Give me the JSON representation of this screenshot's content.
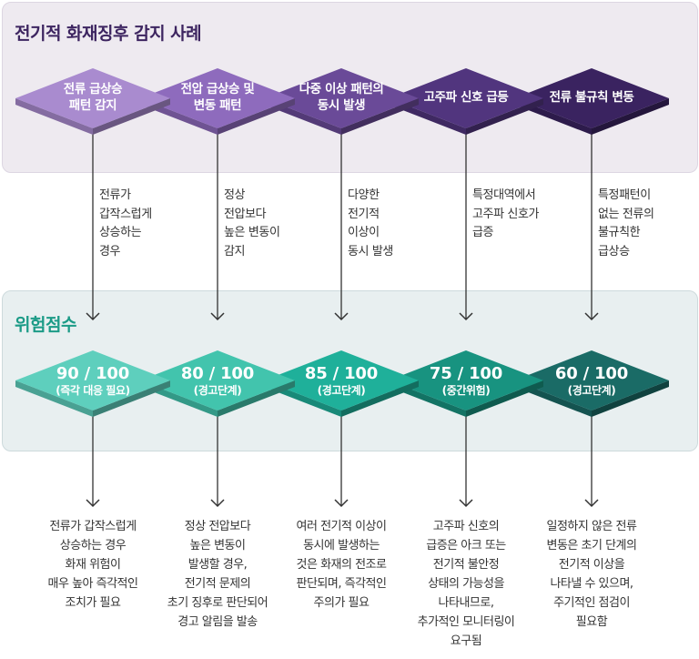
{
  "title": "전기적 화재징후 감지 사례",
  "risk_title": "위험점수",
  "cases": [
    {
      "label": "전류 급상승\n패턴 감지",
      "note": "전류가\n갑작스럽게\n상승하는\n경우",
      "score": "90 / 100",
      "level": "(즉각 대응 필요)",
      "desc": "전류가 갑작스럽게\n상승하는 경우\n화재 위험이\n매우 높아 즉각적인\n조치가 필요"
    },
    {
      "label": "전압 급상승 및\n변동 패턴",
      "note": "정상\n전압보다\n높은 변동이\n감지",
      "score": "80 / 100",
      "level": "(경고단계)",
      "desc": "정상 전압보다\n높은 변동이\n발생할 경우,\n전기적 문제의\n초기 징후로 판단되어\n경고 알림을 발송"
    },
    {
      "label": "다중 이상 패턴의\n동시 발생",
      "note": "다양한\n전기적\n이상이\n동시 발생",
      "score": "85 / 100",
      "level": "(경고단계)",
      "desc": "여러 전기적 이상이\n동시에 발생하는\n것은 화재의 전조로\n판단되며, 즉각적인\n주의가 필요"
    },
    {
      "label": "고주파 신호 급등",
      "note": "특정대역에서\n고주파 신호가\n급증",
      "score": "75 / 100",
      "level": "(중간위험)",
      "desc": "고주파 신호의\n급증은 아크 또는\n전기적 불안정\n상태의 가능성을\n나타내므로,\n추가적인 모니터링이\n요구됨"
    },
    {
      "label": "전류 불규칙 변동",
      "note": "특정패턴이\n없는 전류의\n불규칙한\n급상승",
      "score": "60 / 100",
      "level": "(경고단계)",
      "desc": "일정하지 않은 전류\n변동은 초기 단계의\n전기적 이상을\n나타낼 수 있으며,\n주기적인 점검이\n필요함"
    }
  ],
  "colors": {
    "top_fill": [
      "#a98bcf",
      "#8e6bbd",
      "#6a4a98",
      "#51357e",
      "#3a2360"
    ],
    "bottom_fill": [
      "#5ecfbd",
      "#42c4ad",
      "#1fb09a",
      "#189380",
      "#1a6b66"
    ]
  }
}
